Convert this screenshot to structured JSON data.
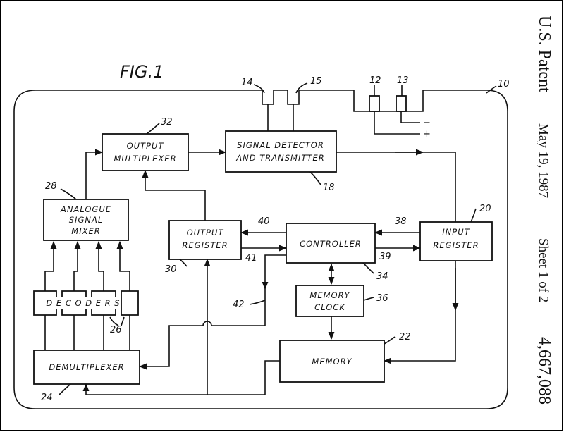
{
  "header": {
    "patent_title": "U.S. Patent",
    "date": "May 19, 1987",
    "sheet": "Sheet 1 of 2",
    "patent_number": "4,667,088"
  },
  "figure": {
    "label": "FIG.1"
  },
  "blocks": {
    "output_multiplexer": [
      "OUTPUT",
      "MULTIPLEXER"
    ],
    "signal_detector": [
      "SIGNAL DETECTOR",
      "AND TRANSMITTER"
    ],
    "analogue_mixer": [
      "ANALOGUE",
      "SIGNAL",
      "MIXER"
    ],
    "output_register": [
      "OUTPUT",
      "REGISTER"
    ],
    "controller": [
      "CONTROLLER"
    ],
    "input_register": [
      "INPUT",
      "REGISTER"
    ],
    "memory_clock": [
      "MEMORY",
      "CLOCK"
    ],
    "memory": [
      "MEMORY"
    ],
    "decoders": [
      "D E C O D E R S"
    ],
    "demultiplexer": [
      "DEMULTIPLEXER"
    ]
  },
  "refs": {
    "r10": "10",
    "r12": "12",
    "r13": "13",
    "r14": "14",
    "r15": "15",
    "r18": "18",
    "r20": "20",
    "r22": "22",
    "r24": "24",
    "r26": "26",
    "r28": "28",
    "r30": "30",
    "r32": "32",
    "r34": "34",
    "r36": "36",
    "r38": "38",
    "r39": "39",
    "r40": "40",
    "r41": "41",
    "r42": "42"
  },
  "polarity": {
    "minus": "−",
    "plus": "+"
  }
}
